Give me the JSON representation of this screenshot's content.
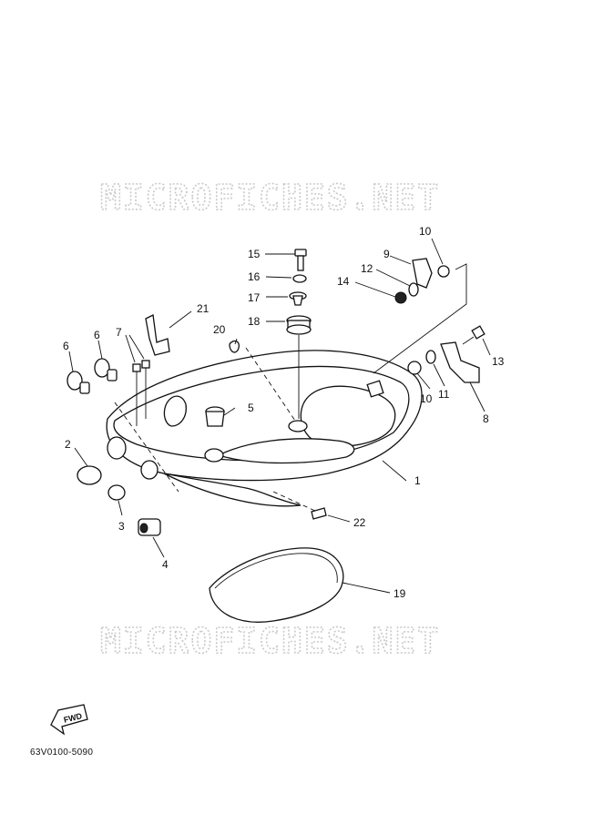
{
  "watermark": "MICROFICHES.NET",
  "doc_code": "63V0100-5090",
  "fwd_label": "FWD",
  "callouts": [
    "1",
    "2",
    "3",
    "4",
    "5",
    "6",
    "6",
    "7",
    "8",
    "9",
    "10",
    "10",
    "11",
    "12",
    "13",
    "14",
    "15",
    "16",
    "17",
    "18",
    "19",
    "20",
    "21",
    "22"
  ]
}
